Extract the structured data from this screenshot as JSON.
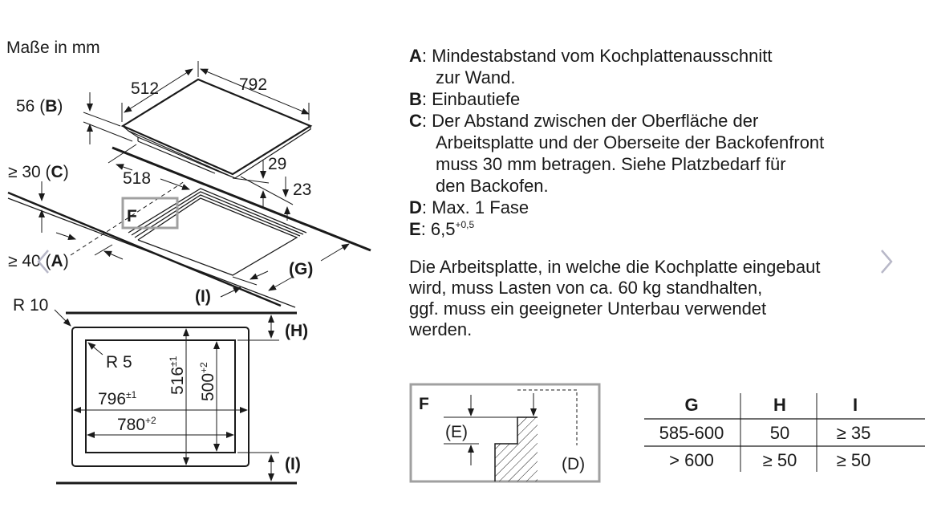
{
  "title": "Maße in mm",
  "iso_drawing": {
    "dim_512": "512",
    "dim_792": "792",
    "dim_56": "56 (",
    "dim_56_letter": "B",
    "dim_30": "≥ 30 (",
    "dim_30_letter": "C",
    "dim_518": "518",
    "dim_29": "29",
    "dim_23": "23",
    "dim_40": "≥ 40 (",
    "dim_40_letter": "A",
    "detail_label": "F",
    "g_label": "(G)",
    "i_label": "(I)",
    "paren_close": ")"
  },
  "plan_drawing": {
    "r10": "R 10",
    "r5": "R 5",
    "w796": "796",
    "w796_tol": "±1",
    "w780": "780",
    "w780_tol": "+2",
    "h516": "516",
    "h516_tol": "±1",
    "h500": "500",
    "h500_tol": "+2",
    "h_label": "(H)",
    "i_label": "(I)"
  },
  "legend": [
    {
      "key": "A",
      "lines": [
        ": Mindestabstand vom Kochplattenausschnitt",
        "zur Wand."
      ]
    },
    {
      "key": "B",
      "lines": [
        ": Einbautiefe"
      ]
    },
    {
      "key": "C",
      "lines": [
        ": Der Abstand zwischen der Oberfläche der",
        "Arbeitsplatte und der Oberseite der Backofenfront",
        "muss 30 mm betragen. Siehe Platzbedarf für",
        "den Backofen."
      ]
    },
    {
      "key": "D",
      "lines": [
        ": Max. 1 Fase"
      ]
    },
    {
      "key": "E",
      "lines": [
        ": 6,5"
      ],
      "sup": "+0,5"
    }
  ],
  "note": [
    "Die Arbeitsplatte, in welche die Kochplatte eingebaut",
    "wird, muss Lasten von ca. 60 kg standhalten,",
    "ggf. muss ein geeigneter Unterbau verwendet",
    "werden."
  ],
  "detail_f": {
    "label": "F",
    "e_label": "(E)",
    "d_label": "(D)"
  },
  "table": {
    "headers": [
      "G",
      "H",
      "I"
    ],
    "rows": [
      [
        "585-600",
        "50",
        "≥ 35"
      ],
      [
        "> 600",
        "≥ 50",
        "≥ 50"
      ]
    ]
  },
  "colors": {
    "line": "#1a1a1a",
    "frame": "#a0a0a0",
    "nav": "#b8b8c8"
  }
}
